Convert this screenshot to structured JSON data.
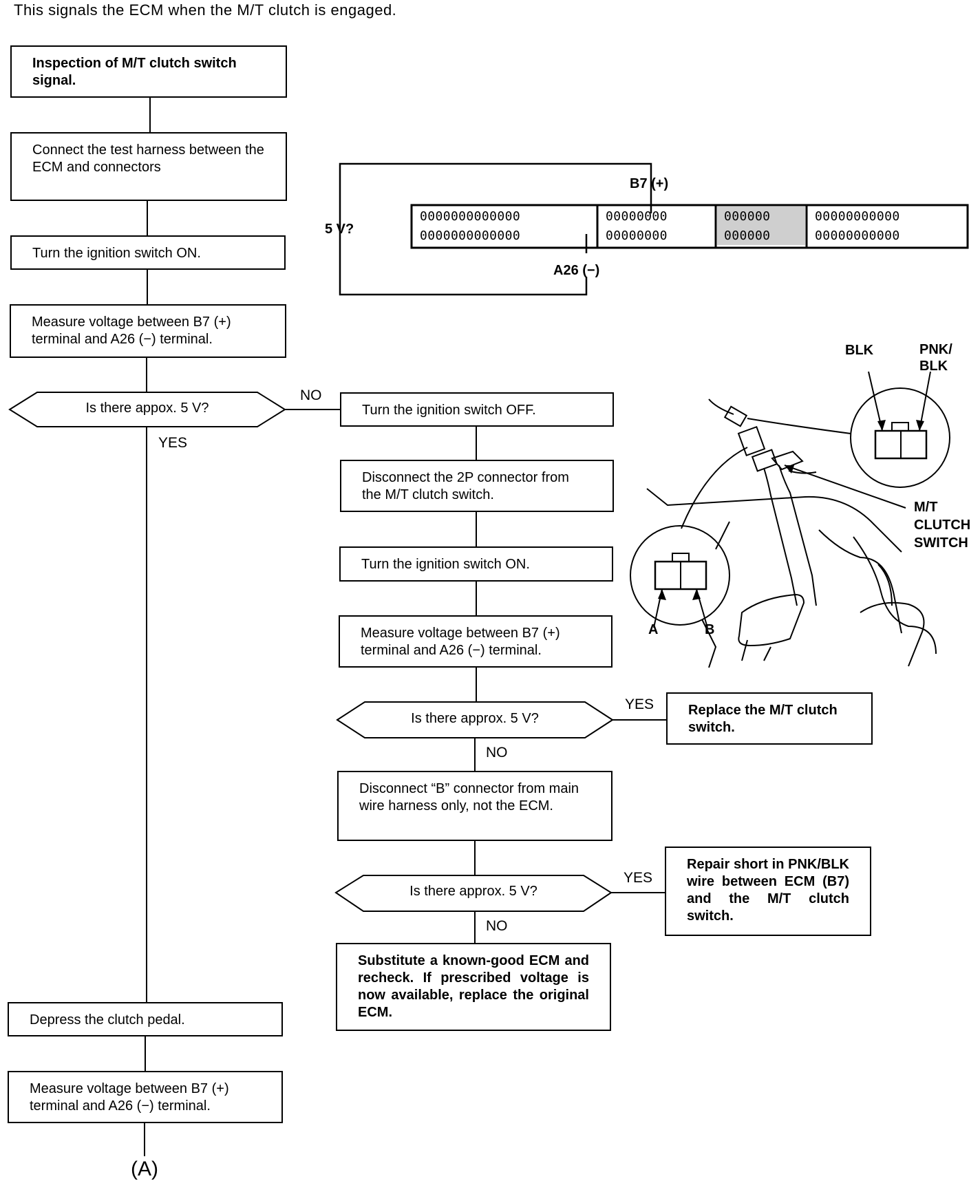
{
  "intro": "This signals the ECM when the M/T clutch is engaged.",
  "left_column": {
    "step1": "Inspection of M/T clutch switch signal.",
    "step2": "Connect the test harness between the ECM and connectors",
    "step3": "Turn the ignition switch ON.",
    "step4": "Measure voltage between B7 (+) terminal and A26 (−) terminal.",
    "decision1": "Is there appox. 5 V?",
    "yes": "YES",
    "no": "NO",
    "step5": "Depress the clutch pedal.",
    "step6": "Measure voltage between B7 (+) terminal and A26 (−) terminal.",
    "continue": "(A)"
  },
  "middle_column": {
    "step1": "Turn the ignition switch OFF.",
    "step2": "Disconnect the 2P connector from the M/T clutch switch.",
    "step3": "Turn the ignition switch ON.",
    "step4": "Measure voltage between B7 (+) terminal and A26 (−) terminal.",
    "decision2": "Is there approx. 5 V?",
    "yes2": "YES",
    "no2": "NO",
    "result_replace": "Replace the M/T clutch switch.",
    "step5": "Disconnect “B” connector from main wire harness only, not the ECM.",
    "decision3": "Is there approx. 5 V?",
    "yes3": "YES",
    "no3": "NO",
    "result_repair": "Repair short in PNK/BLK wire between ECM (B7) and the M/T clutch switch.",
    "result_substitute": "Substitute a known-good ECM and recheck. If prescribed voltage is now available, replace the original ECM."
  },
  "connector_diagram": {
    "b7": "B7 (+)",
    "a26": "A26 (−)",
    "volts": "5 V?",
    "row_a1": "0000000000000",
    "row_b1": "00000000",
    "row_c1": "000000",
    "row_d1": "00000000000",
    "row_a2": "0000000000000",
    "row_b2": "00000000",
    "row_c2": "000000",
    "row_d2": "00000000000"
  },
  "clutch_illustration": {
    "blk": "BLK",
    "pnk_blk": "PNK/\nBLK",
    "switch": "M/T\nCLUTCH\nSWITCH",
    "term_a": "A",
    "term_b": "B"
  }
}
